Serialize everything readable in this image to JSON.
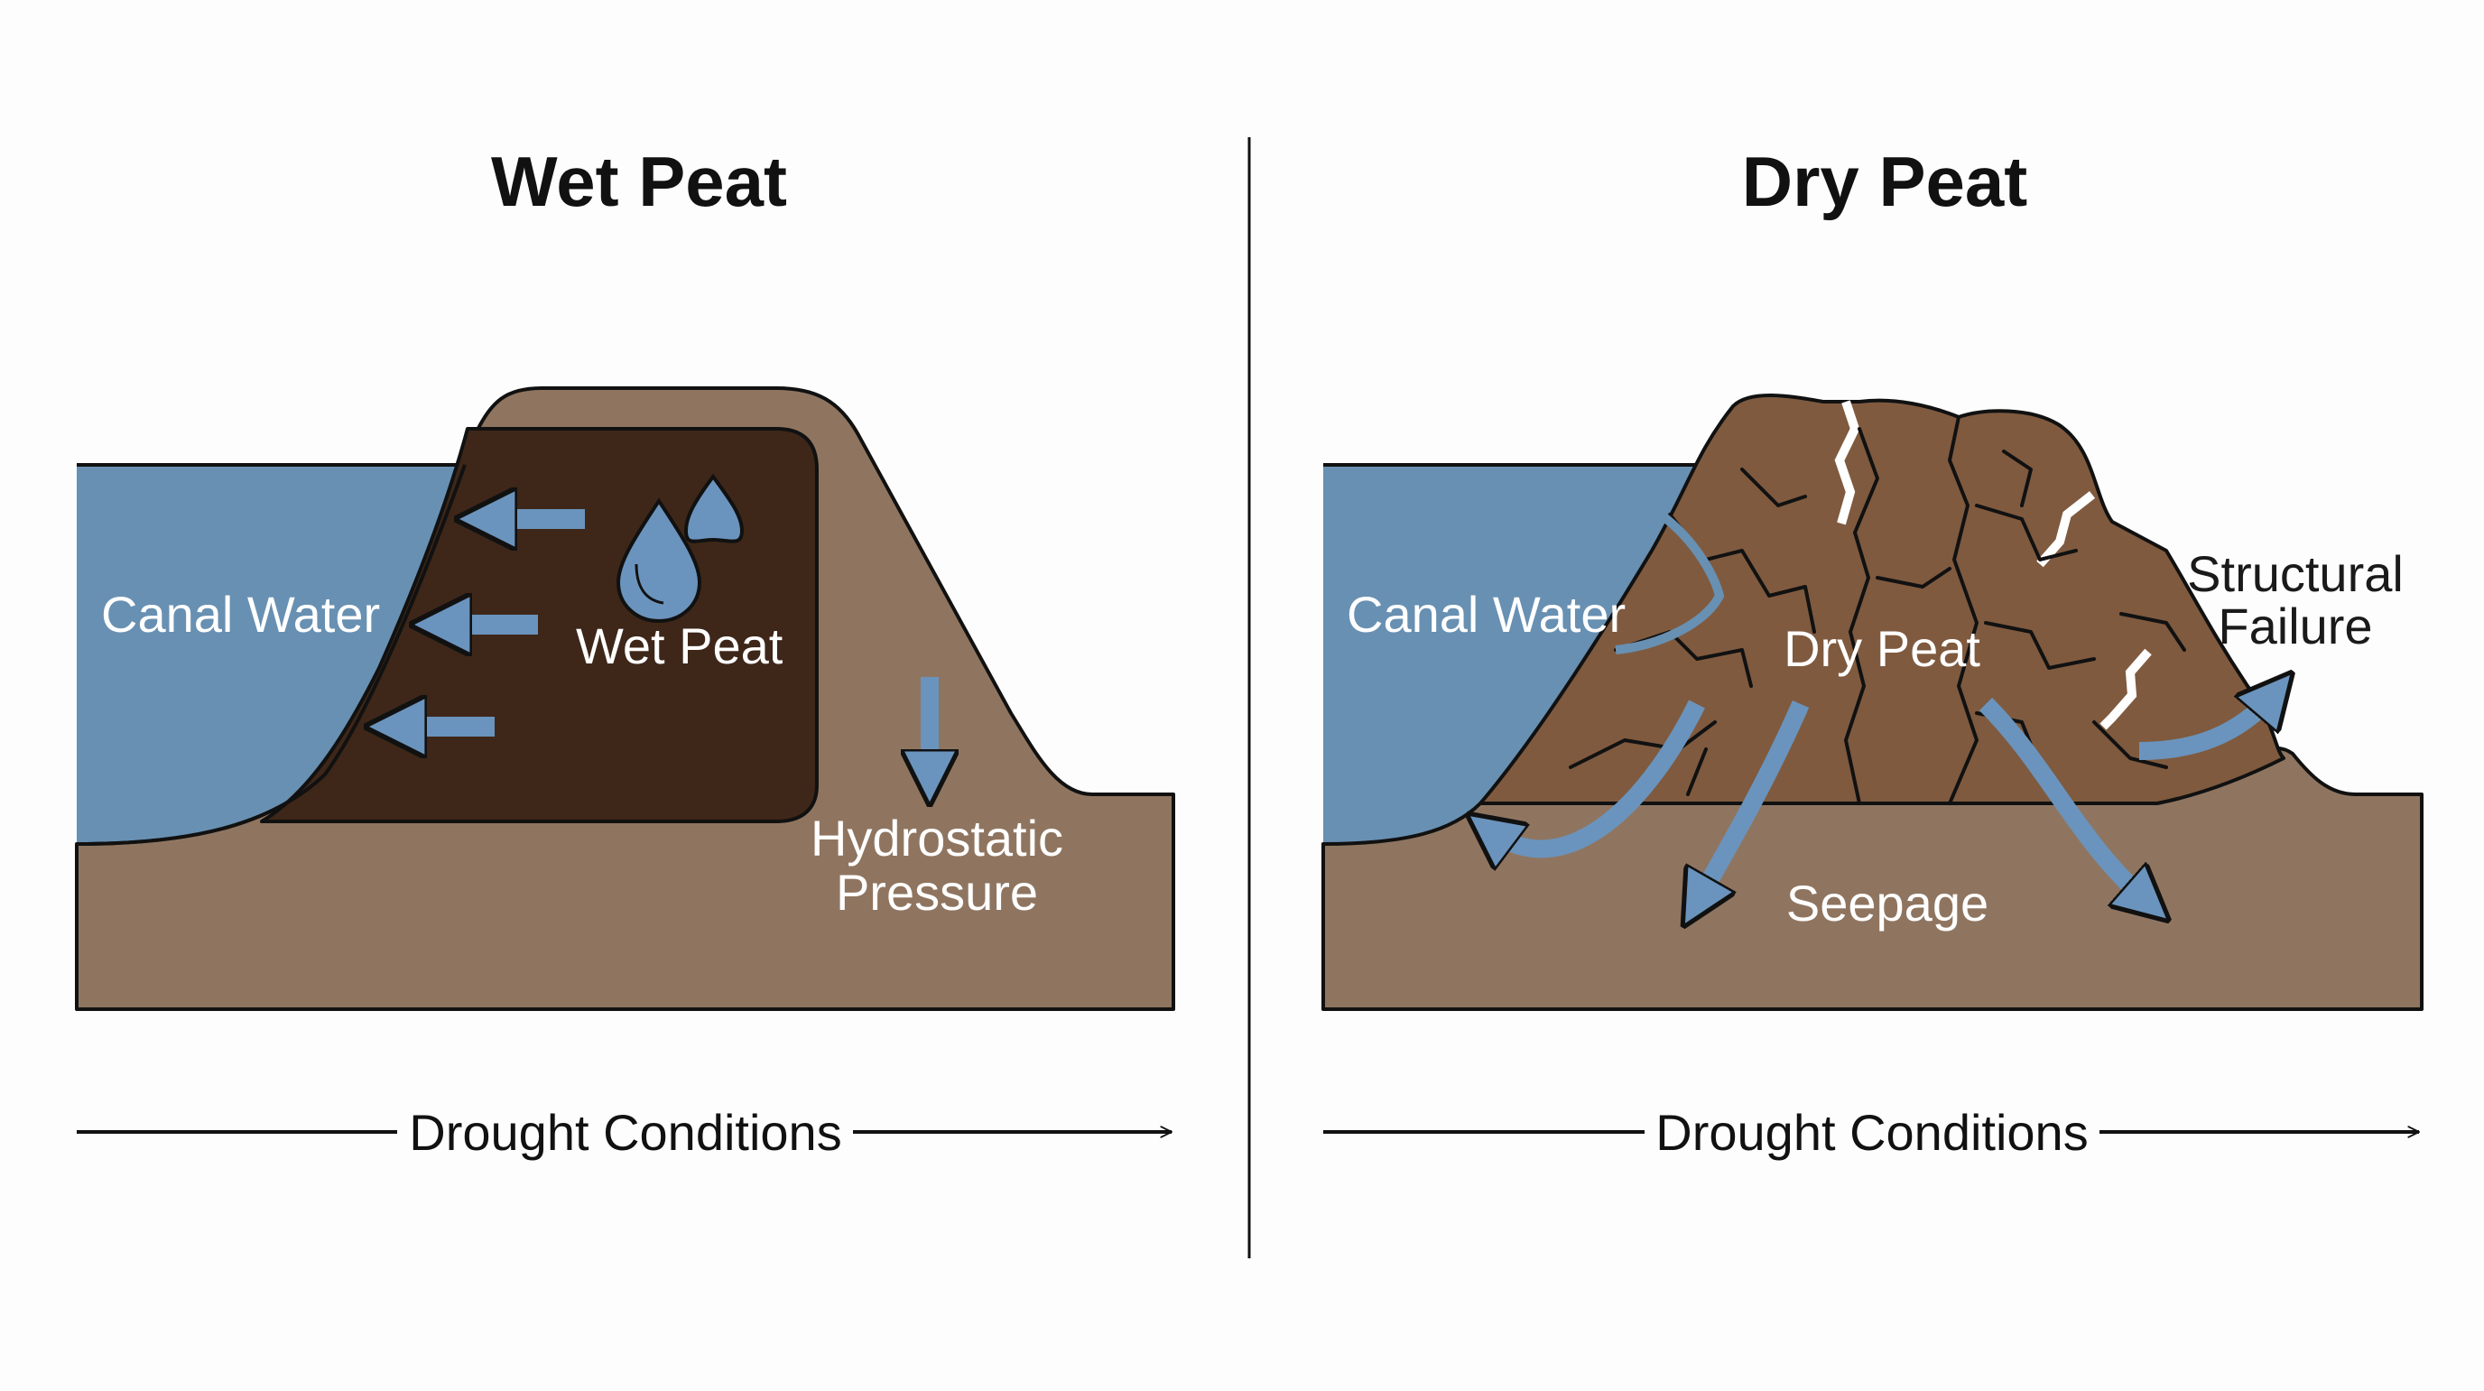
{
  "panels": {
    "left": {
      "title": "Wet Peat",
      "water_label": "Canal Water",
      "peat_label": "Wet Peat",
      "pressure_label_line1": "Hydrostatic",
      "pressure_label_line2": "Pressure",
      "axis_label": "Drought Conditions"
    },
    "right": {
      "title": "Dry Peat",
      "water_label": "Canal Water",
      "peat_label": "Dry Peat",
      "failure_label_line1": "Structural",
      "failure_label_line2": "Failure",
      "seepage_label": "Seepage",
      "axis_label": "Drought Conditions"
    }
  },
  "colors": {
    "water": "#6890b2",
    "soil": "#8f7560",
    "wet_peat": "#3e2719",
    "dry_peat": "#7f5a3f",
    "arrow": "#6a94bd",
    "outline": "#111111"
  },
  "icons": {
    "droplets": "water-droplet-icon",
    "flow_arrows": "arrow-left-icon",
    "pressure_arrow": "arrow-down-icon",
    "axis_arrow": "arrow-right-icon"
  }
}
